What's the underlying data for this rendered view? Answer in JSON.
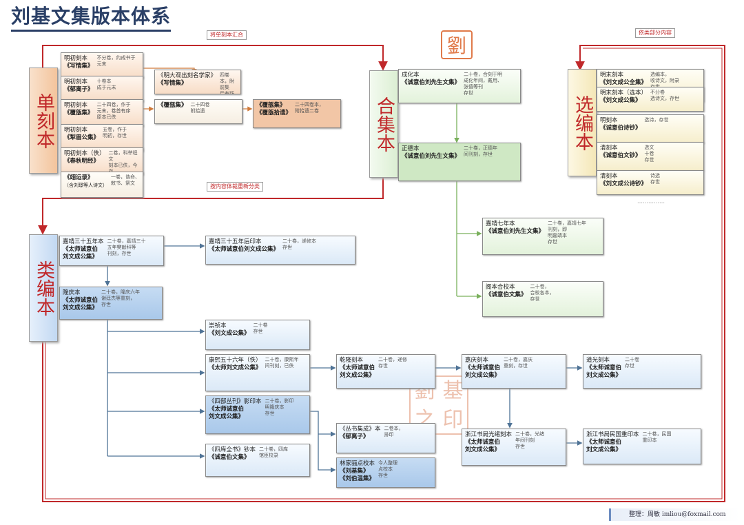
{
  "title": "刘基文集版本体系",
  "notes": {
    "top": "将单刻本汇合",
    "right": "依类部分内容",
    "mid": "按内容体裁重新分类"
  },
  "seals": {
    "top": "劉",
    "mid": [
      "劉",
      "基",
      "之",
      "印"
    ]
  },
  "categories": {
    "danke": "单刻本",
    "heji": "合集本",
    "xuanbian": "选编本",
    "leibian": "类编本"
  },
  "nodes": {
    "d1": {
      "t": "明初刻本",
      "b": "《写情集》",
      "r": "不分卷，约成书于元末"
    },
    "d2": {
      "t": "明初刻本",
      "b": "《郁离子》",
      "r": "十卷本\n成于元末"
    },
    "d3": {
      "t": "明初刻本",
      "b": "《覆瓿集》",
      "r": "二十四卷，作于\n元末，卷首有序\n原本已佚"
    },
    "d4": {
      "t": "明初刻本",
      "b": "《犁眉公集》",
      "r": "五卷，作于\n明初，存世"
    },
    "d5": {
      "t": "明初刻本（佚）",
      "b": "《春秋明经》",
      "r": "二卷，科举程文\n刻本已佚，今存"
    },
    "d6": {
      "t": "",
      "b": "《翊运录》",
      "r": "一卷，诰命、\n敕书、祭文",
      "s": "（含刘璟等人诗文）"
    },
    "w1": {
      "t": "《明大观出刻名学家》",
      "b": "《写情集》",
      "r": "四卷本，附前集\n后有跋"
    },
    "f1": {
      "t": "",
      "b": "《覆瓿集》",
      "r": "二十四卷\n附拾遗"
    },
    "f2": {
      "t": "",
      "b": "《覆瓿集》\n《覆瓿拾遗》",
      "r": "二十四卷本，\n附拾遗二卷"
    },
    "h1": {
      "t": "成化本",
      "b": "《诚意伯刘先生文集》",
      "r": "二十卷，合刻于明\n成化年间，戴用、\n张僖等刊\n存世"
    },
    "h2": {
      "t": "正德本",
      "b": "《诚意伯刘先生文集》",
      "r": "二十卷，正德年\n间刊刻，存世"
    },
    "h3": {
      "t": "嘉靖七年本",
      "b": "《诚意伯刘先生文集》",
      "r": "二十卷，嘉靖七年\n刊刻，即\n明嘉靖本\n存世"
    },
    "h4": {
      "t": "阁本合校本",
      "b": "《诚意伯文集》",
      "r": "二十卷，\n合校各本，\n存世"
    },
    "x1": {
      "t": "明末刻本",
      "b": "《刘文成公全集》",
      "r": "选编本，\n收诗文，附录\n存世"
    },
    "x2": {
      "t": "明末刻本（选本）",
      "b": "《刘文成公集》",
      "r": "不分卷\n选诗文，存世"
    },
    "x3": {
      "t": "明刻本",
      "b": "《诚意伯诗钞》",
      "r": "选诗，存世"
    },
    "x4": {
      "t": "清刻本",
      "b": "《诚意伯文钞》",
      "r": "选文\n十卷\n存世"
    },
    "x5": {
      "t": "清刻本",
      "b": "《刘文成公诗钞》",
      "r": "诗选\n存世"
    },
    "l1": {
      "t": "嘉靖三十五年本",
      "b": "《太师诚意伯\n刘文成公集》",
      "r": "二十卷，嘉靖三十\n五年樊献科等\n刊刻，存世"
    },
    "l2": {
      "t": "嘉靖三十五年后印本",
      "b": "《太师诚意伯刘文成公集》",
      "r": "二十卷，递修本\n存世"
    },
    "l3": {
      "t": "隆庆本",
      "b": "《太师诚意伯\n刘文成公集》",
      "r": "二十卷，隆庆六年\n谢廷杰等重刻，\n存世"
    },
    "l4": {
      "t": "崇祯本",
      "b": "《刘文成公集》",
      "r": "二十卷\n存世"
    },
    "l5": {
      "t": "康熙五十六年（佚）",
      "b": "《太师刘文成公集》",
      "r": "二十卷，康熙年\n间刊刻，已佚"
    },
    "l6": {
      "t": "《四部丛刊》影印本",
      "b": "《太师诚意伯\n刘文成公集》",
      "r": "二十卷，影印\n明隆庆本\n存世"
    },
    "l7": {
      "t": "《四库全书》钞本",
      "b": "《诚意伯文集》",
      "r": "二十卷，四库\n馆臣校录"
    },
    "q1": {
      "t": "乾隆刻本",
      "b": "《太师诚意伯\n刘文成公集》",
      "r": "二十卷，递修\n存世"
    },
    "q2": {
      "t": "嘉庆刻本",
      "b": "《太师诚意伯\n刘文成公集》",
      "r": "二十卷，嘉庆\n重刻，存世"
    },
    "q3": {
      "t": "道光刻本",
      "b": "《太师诚意伯\n刘文成公集》",
      "r": "二十卷\n存世"
    },
    "q4": {
      "t": "浙江书局光绪刻本",
      "b": "《太师诚意伯\n刘文成公集》",
      "r": "二十卷，光绪\n年间刊刻\n存世"
    },
    "q5": {
      "t": "浙江书局民国重印本",
      "b": "《太师诚意伯\n刘文成公集》",
      "r": "二十卷，民国\n重印本"
    },
    "s1": {
      "t": "《丛书集成》本",
      "b": "《郁离子》",
      "r": "二卷本，\n排印"
    },
    "s2": {
      "t": "林家骊点校本",
      "b": "《刘基集》\n《刘伯温集》",
      "r": "今人整理\n点校本\n存世"
    }
  },
  "credit": "整理：周敏   imliou@foxmail.com",
  "colors": {
    "arrow": "#c0282a",
    "blue_line": "#4f7396",
    "green_line": "#7ab05c",
    "orange_line": "#d07a3a"
  }
}
